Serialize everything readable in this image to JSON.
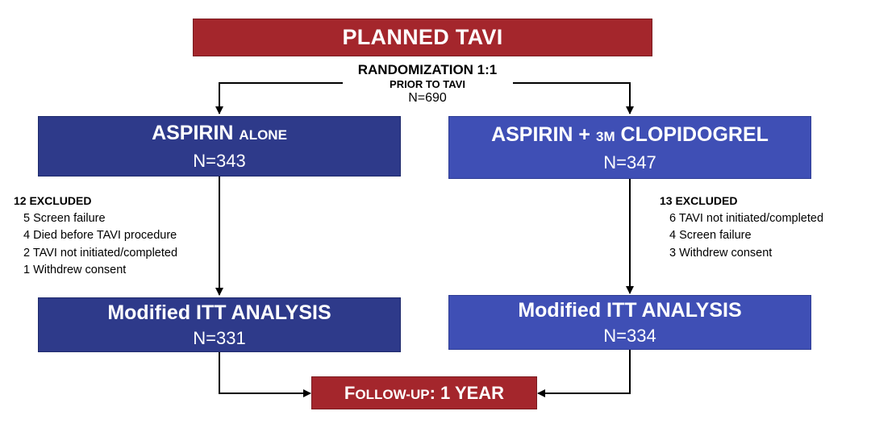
{
  "top": {
    "title": "PLANNED TAVI"
  },
  "randomization": {
    "line1": "RANDOMIZATION 1:1",
    "line2": "PRIOR TO TAVI",
    "n": "N=690"
  },
  "left_arm": {
    "title_main": "ASPIRIN ",
    "title_small": "ALONE",
    "n": "N=343",
    "excluded": {
      "header": "12 EXCLUDED",
      "items": [
        "5  Screen failure",
        "4  Died before TAVI procedure",
        "2  TAVI not initiated/completed",
        "1  Withdrew consent"
      ]
    },
    "analysis": {
      "title": "Modified ITT ANALYSIS",
      "n": "N=331"
    }
  },
  "right_arm": {
    "title_a": "ASPIRIN + ",
    "title_small": "3M",
    "title_b": " CLOPIDOGREL",
    "n": "N=347",
    "excluded": {
      "header": "13 EXCLUDED",
      "items": [
        "6  TAVI not initiated/completed",
        "4  Screen failure",
        "3  Withdrew consent"
      ]
    },
    "analysis": {
      "title": "Modified ITT ANALYSIS",
      "n": "N=334"
    }
  },
  "followup": {
    "title_a": "F",
    "title_small": "OLLOW-UP",
    "title_b": ": 1 YEAR"
  },
  "colors": {
    "red": "#a4262c",
    "navy": "#2e3a8a",
    "blue": "#3f4fb5",
    "line": "#000000"
  }
}
